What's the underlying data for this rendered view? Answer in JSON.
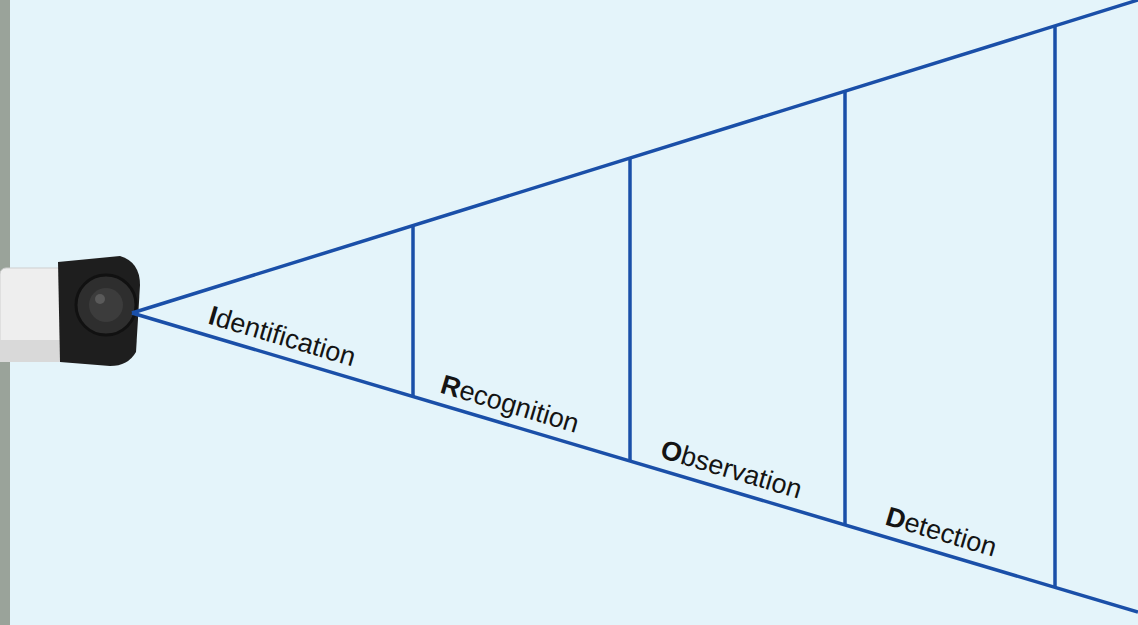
{
  "diagram": {
    "labels": [
      "Identification",
      "Recognition",
      "Observation",
      "Detection"
    ]
  }
}
